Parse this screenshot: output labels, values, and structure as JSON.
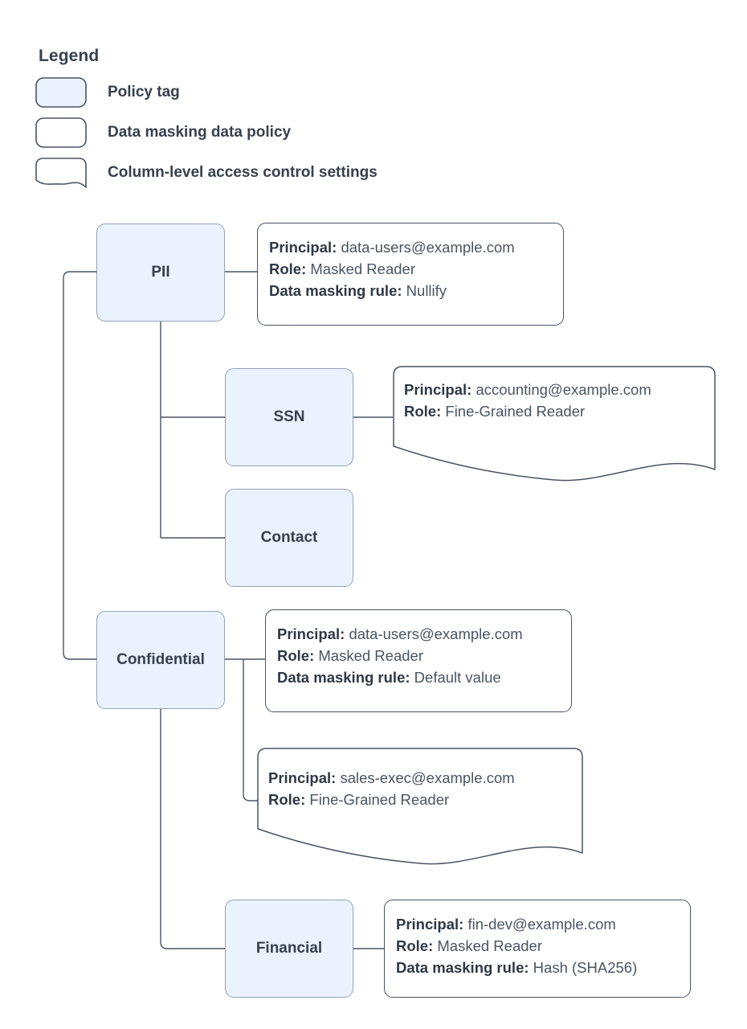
{
  "legend": {
    "title": "Legend",
    "items": [
      {
        "shape": "policy-tag-swatch",
        "label": "Policy tag"
      },
      {
        "shape": "data-policy-swatch",
        "label": "Data masking data policy"
      },
      {
        "shape": "access-control-swatch",
        "label": "Column-level access control settings"
      }
    ]
  },
  "colors": {
    "tag_fill": "#eaf2fd",
    "tag_border": "#93a3b8",
    "box_border": "#4a5463",
    "text": "#37404e",
    "background": "#ffffff"
  },
  "nodes": {
    "pii": "PII",
    "ssn": "SSN",
    "contact": "Contact",
    "confidential": "Confidential",
    "financial": "Financial"
  },
  "labels": {
    "principal": "Principal:",
    "role": "Role:",
    "masking_rule": "Data masking rule:"
  },
  "policies": {
    "pii": {
      "principal": "data-users@example.com",
      "role": "Masked Reader",
      "masking_rule": "Nullify"
    },
    "ssn": {
      "principal": "accounting@example.com",
      "role": "Fine-Grained Reader"
    },
    "confidential": {
      "principal": "data-users@example.com",
      "role": "Masked Reader",
      "masking_rule": "Default value"
    },
    "confidential_sales": {
      "principal": "sales-exec@example.com",
      "role": "Fine-Grained Reader"
    },
    "financial": {
      "principal": "fin-dev@example.com",
      "role": "Masked Reader",
      "masking_rule": "Hash (SHA256)"
    }
  }
}
